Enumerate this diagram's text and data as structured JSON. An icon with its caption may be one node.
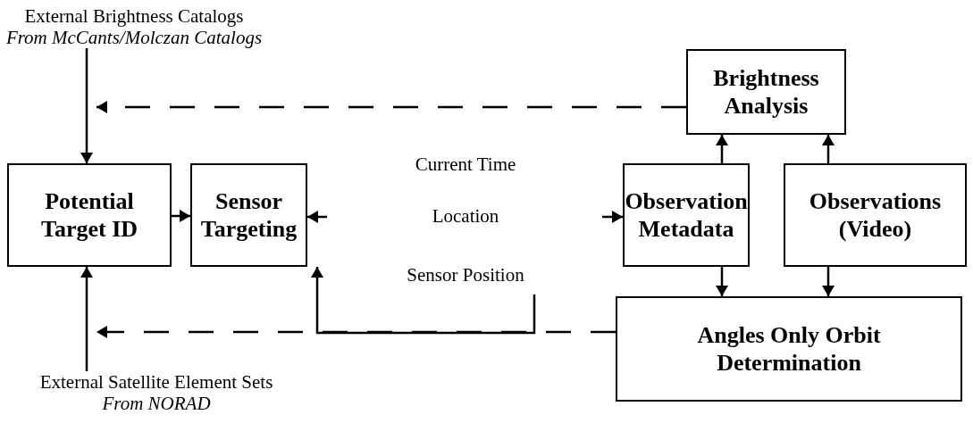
{
  "diagram": {
    "nodes": [
      {
        "text": [
          "External Brightness Catalogs",
          "From McCants/Molczan Catalogs"
        ]
      },
      {
        "text": [
          "Potential Target ID"
        ]
      },
      {
        "text": [
          "Sensor Targeting"
        ]
      },
      {
        "text": [
          "Current Time",
          "Location",
          "Sensor Position"
        ]
      },
      {
        "text": [
          "Observation Metadata"
        ]
      },
      {
        "text": [
          "Observations (Video)"
        ]
      },
      {
        "text": [
          "Brightness Analysis"
        ]
      },
      {
        "text": [
          "Angles Only Orbit Determination"
        ]
      },
      {
        "text": [
          "External Satellite Element Sets",
          "From NORAD"
        ]
      }
    ],
    "edges": [
      {
        "from": 0,
        "to": 1,
        "arrow": "to"
      },
      {
        "from": 1,
        "to": 2,
        "arrow": "to"
      },
      {
        "from": null,
        "to": 2,
        "arrow": "to"
      },
      {
        "from": null,
        "to": 4,
        "arrow": "to"
      },
      {
        "from": 3,
        "to": 2,
        "arrow": "to"
      },
      {
        "from": 4,
        "to": 6,
        "arrow": "to"
      },
      {
        "from": 5,
        "to": 6,
        "arrow": "to"
      },
      {
        "from": 4,
        "to": 7,
        "arrow": "to"
      },
      {
        "from": 5,
        "to": 7,
        "arrow": "to"
      },
      {
        "from": 6,
        "to": null,
        "arrow": "to",
        "style": "dashed"
      },
      {
        "from": 7,
        "to": null,
        "arrow": "to",
        "style": "dashed"
      },
      {
        "from": 8,
        "to": 1,
        "arrow": "to"
      }
    ]
  }
}
